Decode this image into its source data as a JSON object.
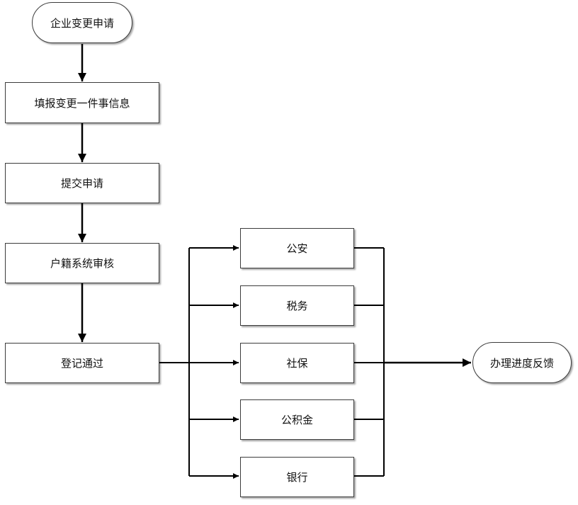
{
  "start": "企业变更申请",
  "steps": [
    "填报变更一件事信息",
    "提交申请",
    "户籍系统审核",
    "登记通过"
  ],
  "departments": [
    "公安",
    "税务",
    "社保",
    "公积金",
    "银行"
  ],
  "end": "办理进度反馈"
}
